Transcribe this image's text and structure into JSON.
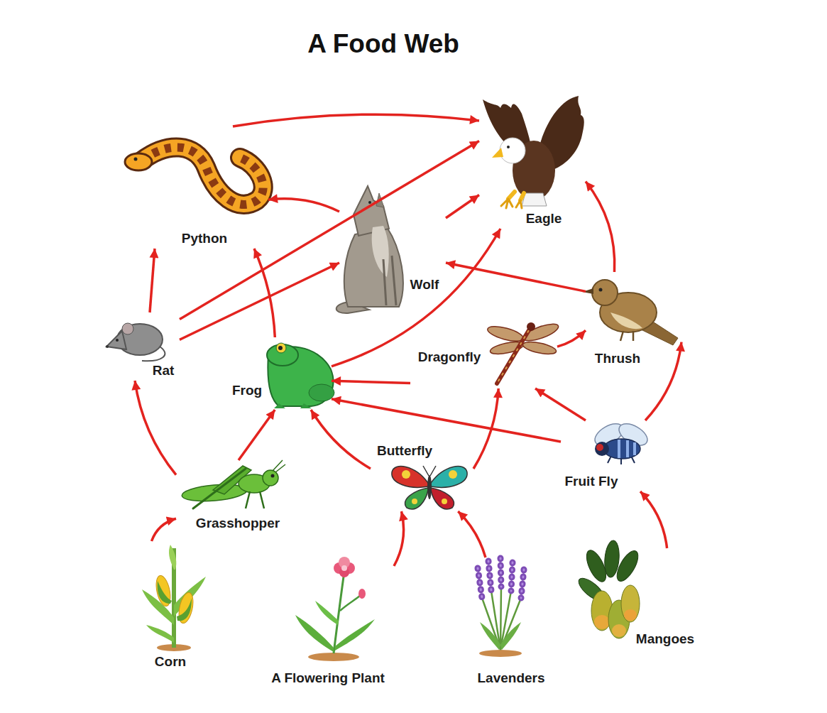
{
  "diagram": {
    "title": "A Food Web",
    "nodes": [
      {
        "text": [
          "Python"
        ]
      },
      {
        "text": [
          "Eagle"
        ]
      },
      {
        "text": [
          "Wolf"
        ]
      },
      {
        "text": [
          "Rat"
        ]
      },
      {
        "text": [
          "Frog"
        ]
      },
      {
        "text": [
          "Dragonfly"
        ]
      },
      {
        "text": [
          "Thrush"
        ]
      },
      {
        "text": [
          "Butterfly"
        ]
      },
      {
        "text": [
          "Fruit Fly"
        ]
      },
      {
        "text": [
          "Grasshopper"
        ]
      },
      {
        "text": [
          "Corn"
        ]
      },
      {
        "text": [
          "A Flowering Plant"
        ]
      },
      {
        "text": [
          "Lavenders"
        ]
      },
      {
        "text": [
          "Mangoes"
        ]
      }
    ],
    "edges": [
      {
        "from": 0,
        "to": 1,
        "arrow": "to"
      },
      {
        "from": 3,
        "to": 0,
        "arrow": "to"
      },
      {
        "from": 3,
        "to": 1,
        "arrow": "to"
      },
      {
        "from": 3,
        "to": 2,
        "arrow": "to"
      },
      {
        "from": 2,
        "to": 0,
        "arrow": "to"
      },
      {
        "from": 2,
        "to": 1,
        "arrow": "to"
      },
      {
        "from": 4,
        "to": 0,
        "arrow": "to"
      },
      {
        "from": 4,
        "to": 1,
        "arrow": "to"
      },
      {
        "from": 6,
        "to": 1,
        "arrow": "to"
      },
      {
        "from": 6,
        "to": 2,
        "arrow": "to"
      },
      {
        "from": 5,
        "to": 6,
        "arrow": "to"
      },
      {
        "from": 5,
        "to": 4,
        "arrow": "to"
      },
      {
        "from": 8,
        "to": 4,
        "arrow": "to"
      },
      {
        "from": 8,
        "to": 5,
        "arrow": "to"
      },
      {
        "from": 8,
        "to": 6,
        "arrow": "to"
      },
      {
        "from": 7,
        "to": 4,
        "arrow": "to"
      },
      {
        "from": 7,
        "to": 5,
        "arrow": "to"
      },
      {
        "from": 9,
        "to": 3,
        "arrow": "to"
      },
      {
        "from": 9,
        "to": 4,
        "arrow": "to"
      },
      {
        "from": 10,
        "to": 9,
        "arrow": "to"
      },
      {
        "from": 11,
        "to": 7,
        "arrow": "to"
      },
      {
        "from": 12,
        "to": 7,
        "arrow": "to"
      },
      {
        "from": 13,
        "to": 8,
        "arrow": "to"
      }
    ]
  }
}
